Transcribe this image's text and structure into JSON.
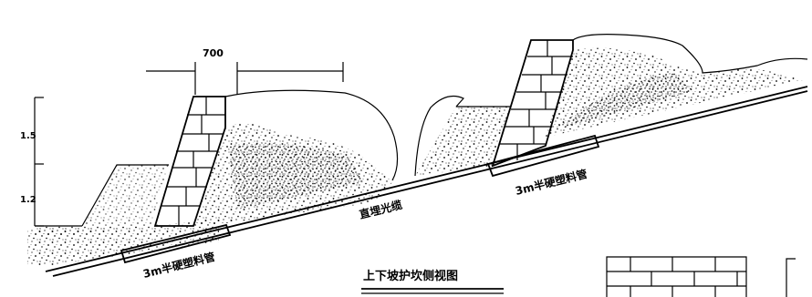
{
  "dimensions": {
    "top_width": "700",
    "height_upper": "1.5",
    "height_lower": "1.2"
  },
  "labels": {
    "pipe_left": "3m半硬塑料管",
    "pipe_right": "3m半硬塑料管",
    "cable": "直埋光缆",
    "view_title": "上下坡护坎侧视图"
  }
}
